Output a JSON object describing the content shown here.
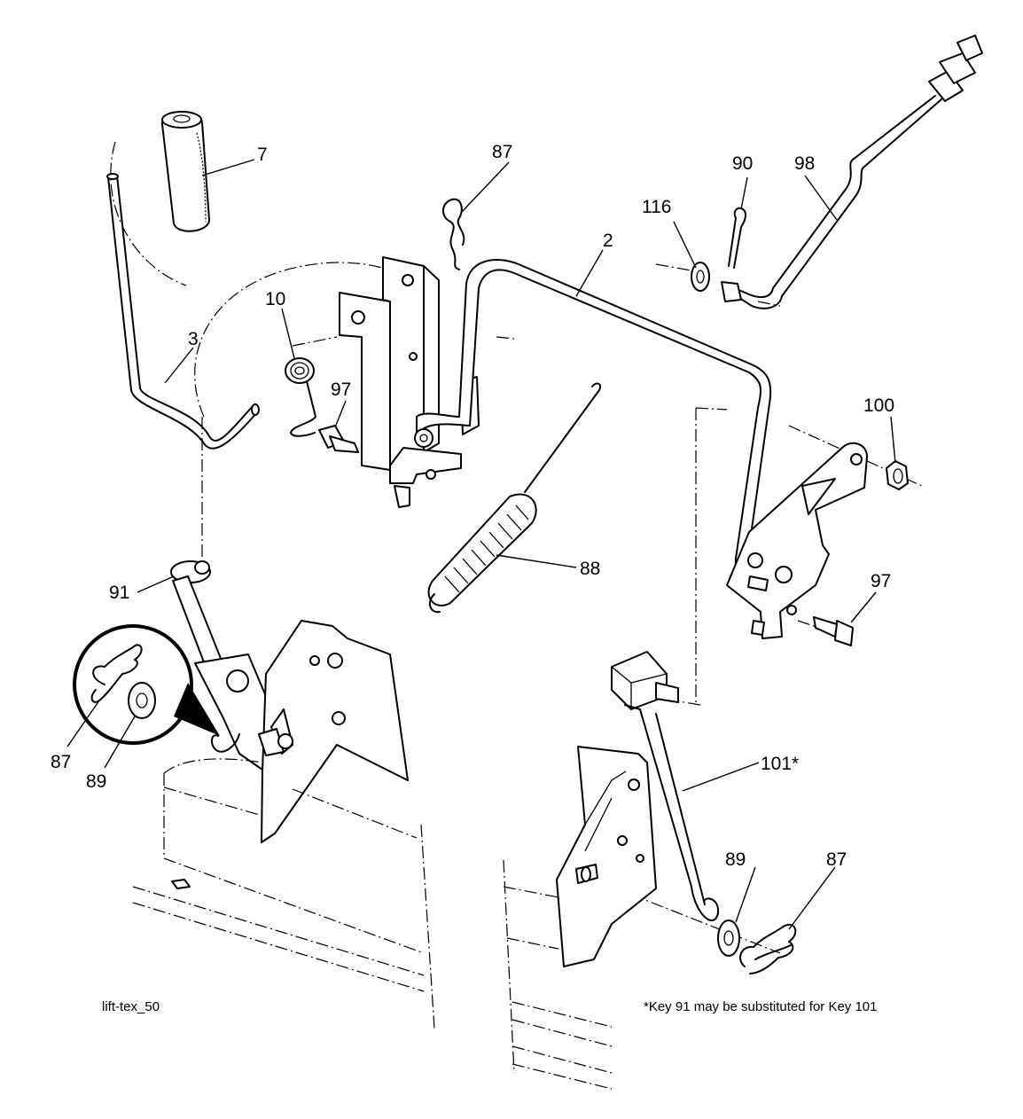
{
  "callouts": [
    {
      "id": "c7",
      "text": "7"
    },
    {
      "id": "c87a",
      "text": "87"
    },
    {
      "id": "c90",
      "text": "90"
    },
    {
      "id": "c98",
      "text": "98"
    },
    {
      "id": "c116",
      "text": "116"
    },
    {
      "id": "c2",
      "text": "2"
    },
    {
      "id": "c10",
      "text": "10"
    },
    {
      "id": "c3",
      "text": "3"
    },
    {
      "id": "c97a",
      "text": "97"
    },
    {
      "id": "c100",
      "text": "100"
    },
    {
      "id": "c88",
      "text": "88"
    },
    {
      "id": "c91",
      "text": "91"
    },
    {
      "id": "c97b",
      "text": "97"
    },
    {
      "id": "c87b",
      "text": "87"
    },
    {
      "id": "c89a",
      "text": "89"
    },
    {
      "id": "c101",
      "text": "101*"
    },
    {
      "id": "c89b",
      "text": "89"
    },
    {
      "id": "c87c",
      "text": "87"
    }
  ],
  "footer": {
    "drawing_id": "lift-tex_50",
    "footnote": "*Key 91 may be substituted for Key 101"
  }
}
